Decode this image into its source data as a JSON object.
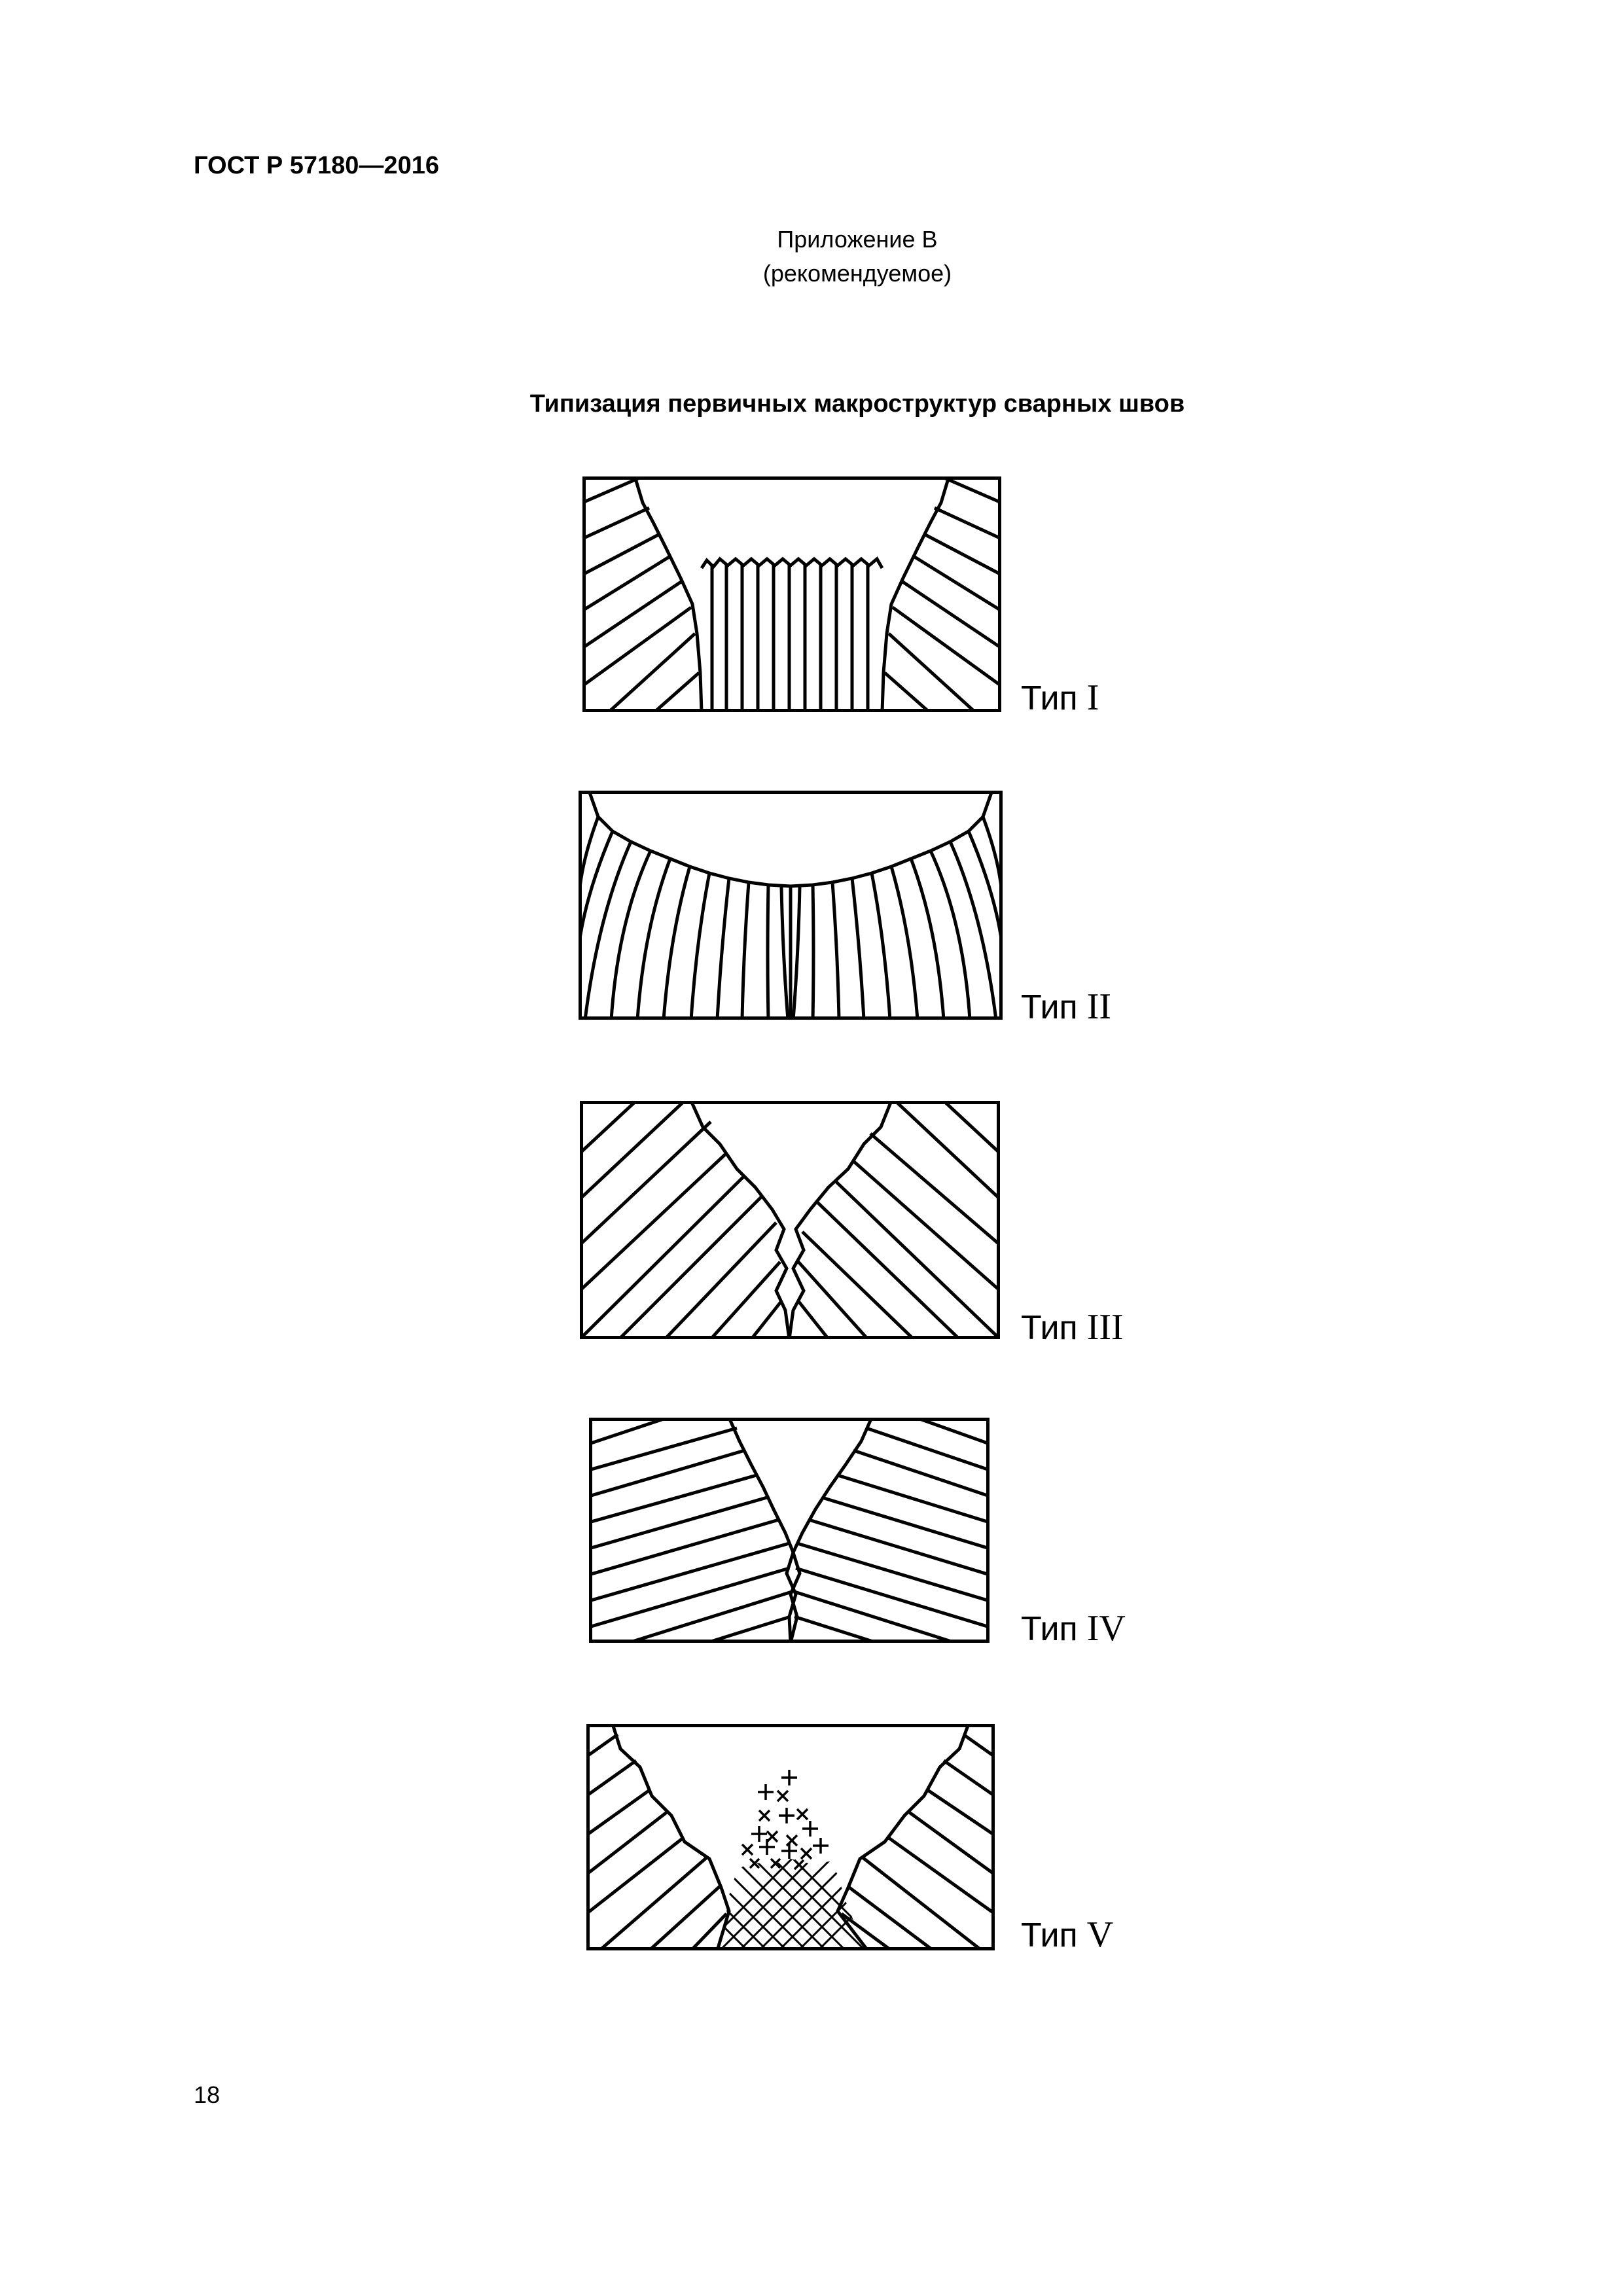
{
  "header": {
    "doc_id": "ГОСТ Р 57180—2016"
  },
  "appendix": {
    "title": "Приложение В",
    "status": "(рекомендуемое)"
  },
  "figure": {
    "title": "Типизация первичных макроструктур сварных швов",
    "types": [
      {
        "prefix": "Тип",
        "numeral": "I"
      },
      {
        "prefix": "Тип",
        "numeral": "II"
      },
      {
        "prefix": "Тип",
        "numeral": "III"
      },
      {
        "prefix": "Тип",
        "numeral": "IV"
      },
      {
        "prefix": "Тип",
        "numeral": "V"
      }
    ]
  },
  "footer": {
    "page_number": "18"
  }
}
